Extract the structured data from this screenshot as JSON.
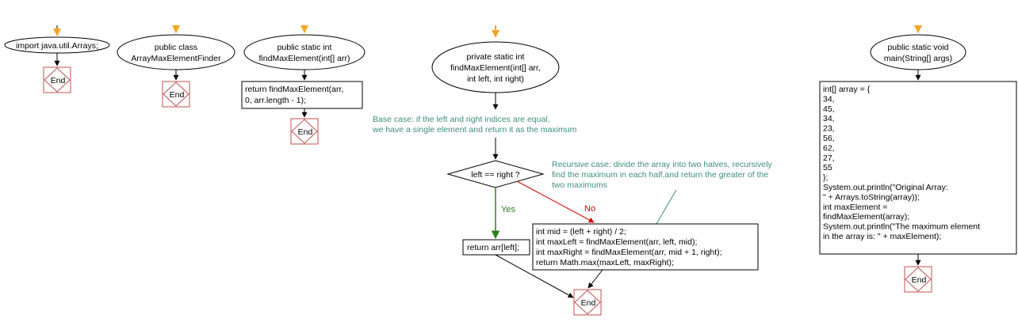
{
  "colors": {
    "start_arrow": "#f5a623",
    "end_border": "#c0504d",
    "comment_text": "#3e8f7b",
    "yes_branch": "#2e7d1f",
    "no_branch": "#d40000"
  },
  "flows": {
    "imports": {
      "start_label": "import java.util.Arrays;",
      "end_label": "End"
    },
    "class_decl": {
      "start_label": [
        "public class",
        "ArrayMaxElementFinder"
      ],
      "end_label": "End"
    },
    "public_find": {
      "start_label": [
        "public static int",
        "findMaxElement(int[] arr)"
      ],
      "body": [
        "return findMaxElement(arr,",
        "0, arr.length - 1);"
      ],
      "end_label": "End"
    },
    "private_find": {
      "start_label": [
        "private static int",
        "findMaxElement(int[] arr,",
        "int left, int right)"
      ],
      "base_comment": [
        "Base case: if the left and right indices are equal,",
        "we have a single element and return it as the maximum"
      ],
      "recursive_comment": [
        "Recursive case: divide the array into two halves, recursively",
        "find the maximum in each half,and return the greater of the",
        "two maximums"
      ],
      "decision": "left == right ?",
      "yes_label": "Yes",
      "no_label": "No",
      "yes_body": "return arr[left];",
      "no_body": [
        "int mid = (left + right) / 2;",
        "int maxLeft = findMaxElement(arr, left, mid);",
        "int maxRight = findMaxElement(arr, mid + 1, right);",
        "return Math.max(maxLeft, maxRight);"
      ],
      "end_label": "End"
    },
    "main": {
      "start_label": [
        "public static void",
        "main(String[] args)"
      ],
      "body": [
        "int[] array = {",
        " 34,",
        " 45,",
        " 34,",
        " 23,",
        " 56,",
        " 62,",
        " 27,",
        " 55",
        "};",
        "System.out.println(\"Original Array:",
        "\" + Arrays.toString(array));",
        "int maxElement =",
        "findMaxElement(array);",
        "System.out.println(\"The maximum element",
        "in the array is: \" + maxElement);"
      ],
      "end_label": "End"
    }
  }
}
